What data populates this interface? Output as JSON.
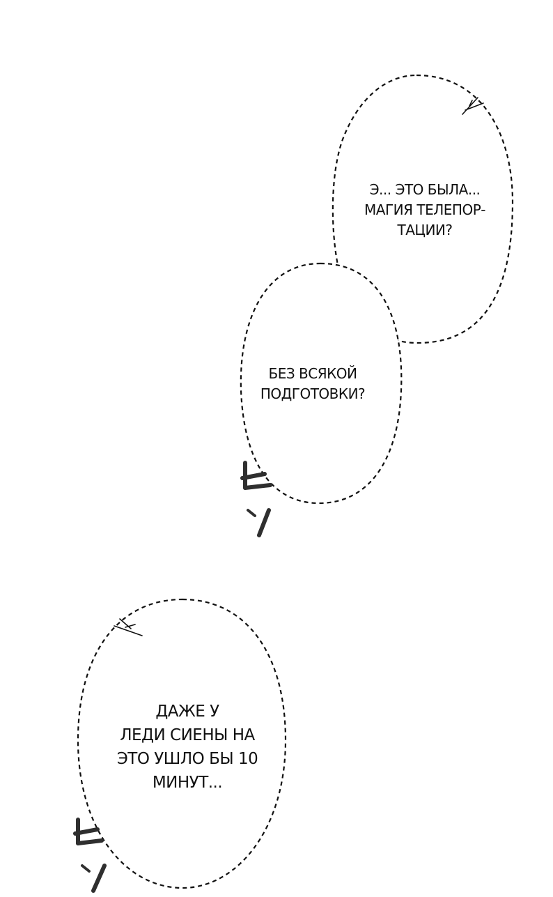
{
  "bubbles": [
    {
      "name": "upper-thought-bubble",
      "lines": [
        "Э... ЭТО БЫЛА...",
        "МАГИЯ ТЕЛЕПОР-",
        "ТАЦИИ?"
      ]
    },
    {
      "name": "middle-thought-bubble",
      "lines": [
        "БЕЗ ВСЯКОЙ",
        "ПОДГОТОВКИ?"
      ]
    },
    {
      "name": "lower-thought-bubble",
      "lines": [
        "ДАЖЕ У",
        "ЛЕДИ СИЕНЫ НА",
        "ЭТО УШЛО БЫ 10",
        "МИНУТ..."
      ]
    }
  ],
  "colors": {
    "background": "#ffffff",
    "ink": "#111111",
    "sfx": "#2f2f2f"
  }
}
